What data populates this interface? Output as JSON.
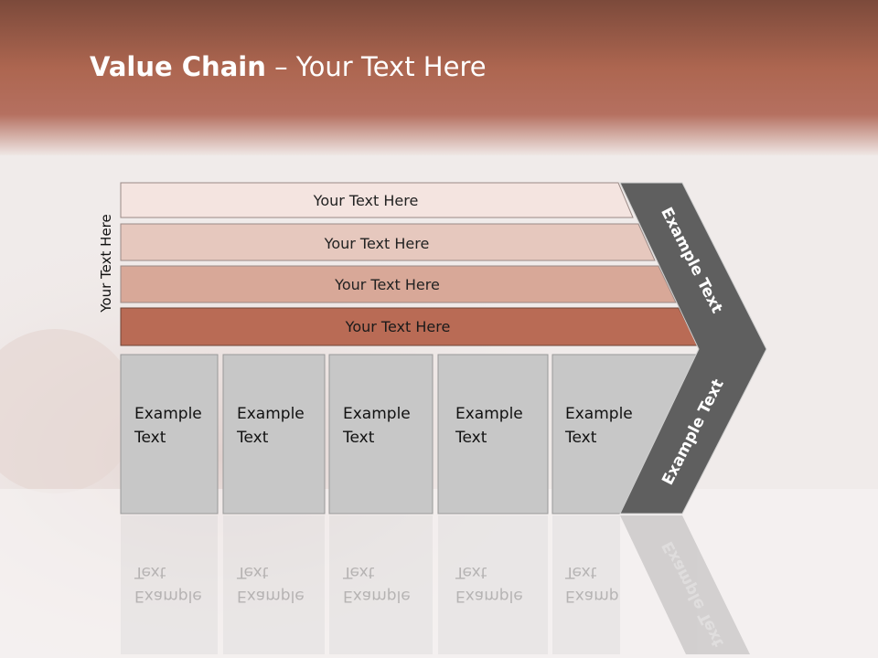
{
  "title": {
    "bold": "Value Chain",
    "rest": " – Your Text Here"
  },
  "side_label": "Your Text Here",
  "bands": [
    {
      "label": "Your Text Here"
    },
    {
      "label": "Your Text Here"
    },
    {
      "label": "Your Text Here"
    },
    {
      "label": "Your Text Here"
    }
  ],
  "boxes": [
    {
      "line1": "Example",
      "line2": "Text"
    },
    {
      "line1": "Example",
      "line2": "Text"
    },
    {
      "line1": "Example",
      "line2": "Text"
    },
    {
      "line1": "Example",
      "line2": "Text"
    },
    {
      "line1": "Example",
      "line2": "Text"
    }
  ],
  "chevron": {
    "upper_label": "Example Text",
    "lower_label": "Example Text"
  },
  "colors": {
    "header": "#a35e4a",
    "band_colors": [
      "#f4e4e0",
      "#e6c8be",
      "#d8a898",
      "#b96b55"
    ],
    "box_fill": "#c7c7c7",
    "chevron_fill": "#5f5f5f"
  }
}
